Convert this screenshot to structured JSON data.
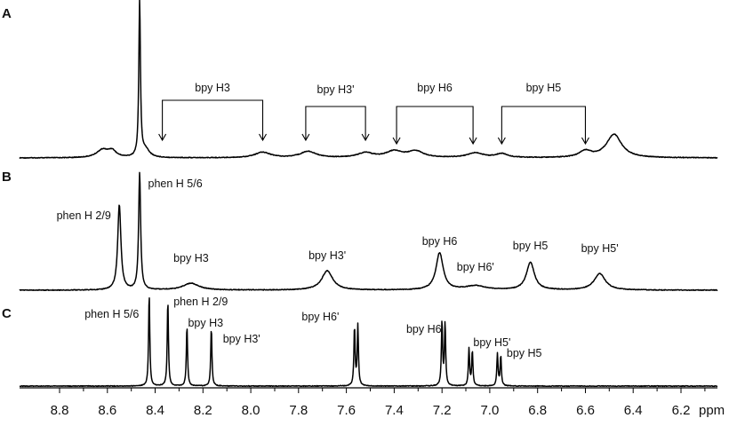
{
  "chart_data": {
    "type": "line",
    "title": "",
    "xlabel": "ppm",
    "ylabel": "",
    "xlim": [
      9.0,
      5.97
    ],
    "x_ticks": [
      "8.8",
      "8.6",
      "8.4",
      "8.2",
      "8.0",
      "7.8",
      "7.6",
      "7.4",
      "7.2",
      "7.0",
      "6.8",
      "6.6",
      "6.4",
      "6.2"
    ],
    "grid": false,
    "panels": [
      {
        "id": "A",
        "label": "A",
        "peaks": [
          {
            "ppm": 8.62,
            "height": 0.05,
            "width": 0.03
          },
          {
            "ppm": 8.58,
            "height": 0.04,
            "width": 0.02
          },
          {
            "ppm": 8.465,
            "height": 1.0,
            "width": 0.004
          },
          {
            "ppm": 8.44,
            "height": 0.05,
            "width": 0.02
          },
          {
            "ppm": 7.95,
            "height": 0.035,
            "width": 0.04
          },
          {
            "ppm": 7.76,
            "height": 0.04,
            "width": 0.04
          },
          {
            "ppm": 7.52,
            "height": 0.03,
            "width": 0.04
          },
          {
            "ppm": 7.4,
            "height": 0.04,
            "width": 0.04
          },
          {
            "ppm": 7.31,
            "height": 0.04,
            "width": 0.04
          },
          {
            "ppm": 7.06,
            "height": 0.03,
            "width": 0.04
          },
          {
            "ppm": 6.95,
            "height": 0.025,
            "width": 0.03
          },
          {
            "ppm": 6.6,
            "height": 0.04,
            "width": 0.03
          },
          {
            "ppm": 6.48,
            "height": 0.15,
            "width": 0.038
          }
        ],
        "annotations": [
          {
            "text": "bpy H3",
            "from": 8.37,
            "to": 7.95
          },
          {
            "text": "bpy H3'",
            "from": 7.77,
            "to": 7.52
          },
          {
            "text": "bpy H6",
            "from": 7.39,
            "to": 7.07
          },
          {
            "text": "bpy H5",
            "from": 6.95,
            "to": 6.6
          }
        ]
      },
      {
        "id": "B",
        "label": "B",
        "peaks": [
          {
            "ppm": 8.55,
            "height": 0.62,
            "width": 0.008
          },
          {
            "ppm": 8.465,
            "height": 0.85,
            "width": 0.005
          },
          {
            "ppm": 8.25,
            "height": 0.05,
            "width": 0.04
          },
          {
            "ppm": 7.68,
            "height": 0.14,
            "width": 0.028
          },
          {
            "ppm": 7.21,
            "height": 0.27,
            "width": 0.018
          },
          {
            "ppm": 7.06,
            "height": 0.03,
            "width": 0.05
          },
          {
            "ppm": 6.83,
            "height": 0.2,
            "width": 0.02
          },
          {
            "ppm": 6.54,
            "height": 0.12,
            "width": 0.028
          }
        ],
        "labels": [
          {
            "text": "phen H 2/9",
            "ppm": 8.55
          },
          {
            "text": "phen H 5/6",
            "ppm": 8.465
          },
          {
            "text": "bpy H3",
            "ppm": 8.25
          },
          {
            "text": "bpy H3'",
            "ppm": 7.68
          },
          {
            "text": "bpy H6",
            "ppm": 7.21
          },
          {
            "text": "bpy H6'",
            "ppm": 7.06
          },
          {
            "text": "bpy H5",
            "ppm": 6.83
          },
          {
            "text": "bpy H5'",
            "ppm": 6.54
          }
        ]
      },
      {
        "id": "C",
        "label": "C",
        "peaks": [
          {
            "ppm": 8.425,
            "height": 0.95,
            "width": 0.003
          },
          {
            "ppm": 8.347,
            "height": 0.88,
            "width": 0.003
          },
          {
            "ppm": 8.267,
            "height": 0.62,
            "width": 0.003
          },
          {
            "ppm": 8.165,
            "height": 0.6,
            "width": 0.003
          },
          {
            "ppm": 7.566,
            "height": 0.6,
            "width": 0.003
          },
          {
            "ppm": 7.552,
            "height": 0.62,
            "width": 0.003
          },
          {
            "ppm": 7.2,
            "height": 0.66,
            "width": 0.003
          },
          {
            "ppm": 7.187,
            "height": 0.64,
            "width": 0.003
          },
          {
            "ppm": 7.087,
            "height": 0.38,
            "width": 0.003
          },
          {
            "ppm": 7.073,
            "height": 0.36,
            "width": 0.003
          },
          {
            "ppm": 6.968,
            "height": 0.33,
            "width": 0.003
          },
          {
            "ppm": 6.954,
            "height": 0.31,
            "width": 0.003
          }
        ],
        "labels": [
          {
            "text": "phen H 5/6",
            "ppm": 8.425
          },
          {
            "text": "phen H 2/9",
            "ppm": 8.347
          },
          {
            "text": "bpy H3",
            "ppm": 8.267
          },
          {
            "text": "bpy H3'",
            "ppm": 8.165
          },
          {
            "text": "bpy H6'",
            "ppm": 7.56
          },
          {
            "text": "bpy H6",
            "ppm": 7.19
          },
          {
            "text": "bpy H5'",
            "ppm": 7.08
          },
          {
            "text": "bpy H5",
            "ppm": 6.96
          }
        ]
      }
    ]
  }
}
